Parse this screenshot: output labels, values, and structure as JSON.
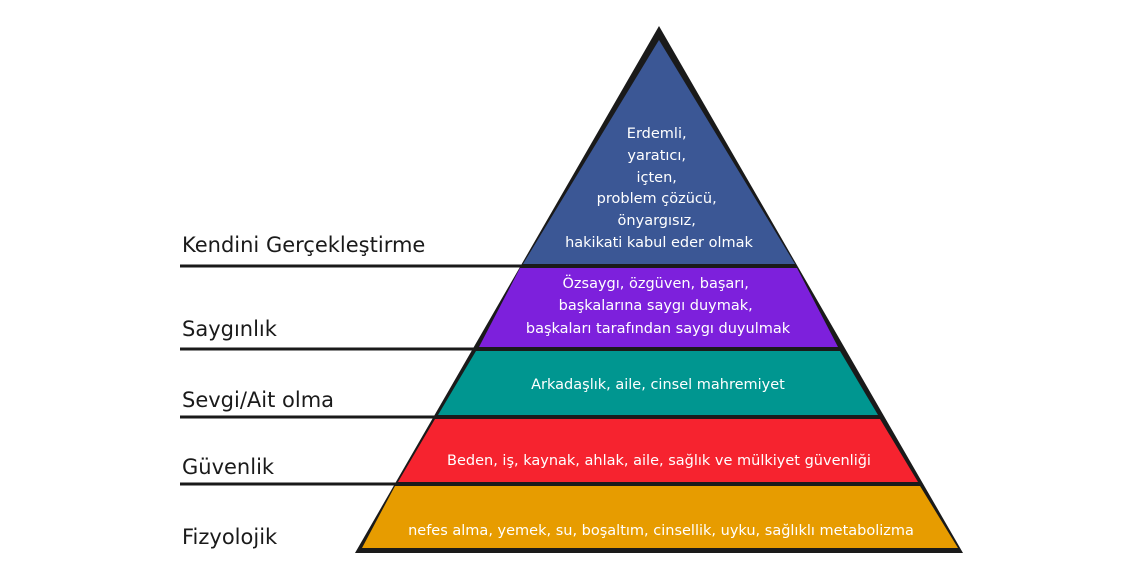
{
  "diagram": {
    "colors": {
      "outline": "#1a1a1a",
      "self_actualization": "#3b5795",
      "esteem": "#7d20dc",
      "love_belonging": "#009690",
      "safety": "#f6232f",
      "physiological": "#e79c00",
      "text": "#ffffff"
    },
    "levels": {
      "self_actualization": {
        "label": "Kendini Gerçekleştirme",
        "lines": [
          "Erdemli,",
          "yaratıcı,",
          "içten,",
          "problem çözücü,",
          "önyargısız,",
          "hakikati kabul eder olmak"
        ]
      },
      "esteem": {
        "label": "Saygınlık",
        "lines": [
          "Özsaygı, özgüven, başarı,",
          "başkalarına saygı duymak,",
          "başkaları tarafından saygı duyulmak"
        ]
      },
      "love_belonging": {
        "label": "Sevgi/Ait olma",
        "lines": [
          "Arkadaşlık, aile, cinsel mahremiyet"
        ]
      },
      "safety": {
        "label": "Güvenlik",
        "lines": [
          "Beden, iş, kaynak, ahlak, aile, sağlık ve mülkiyet güvenliği"
        ]
      },
      "physiological": {
        "label": "Fizyolojik",
        "lines": [
          "nefes alma, yemek, su, boşaltım, cinsellik, uyku, sağlıklı metabolizma"
        ]
      }
    }
  }
}
